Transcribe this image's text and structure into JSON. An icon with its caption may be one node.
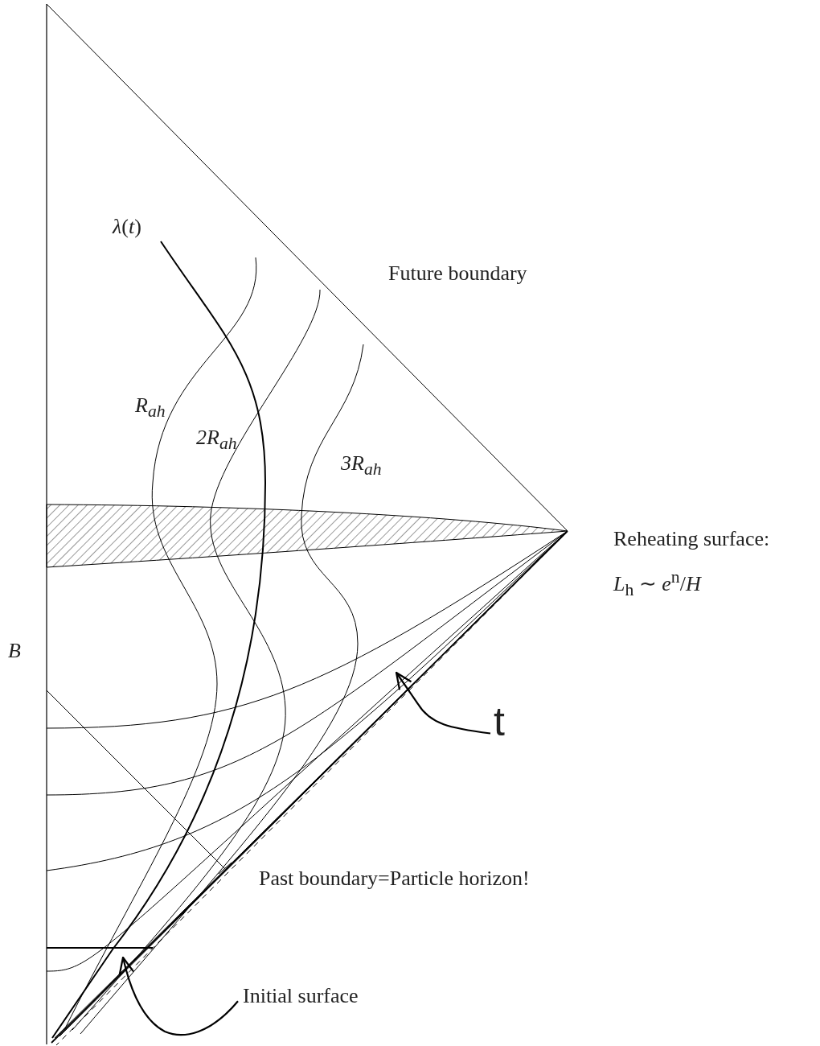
{
  "diagram": {
    "nodes": [
      {
        "text": [
          "t"
        ]
      },
      {
        "text": [
          "Initial surface"
        ]
      }
    ],
    "edges": [
      {
        "from": 0,
        "to": null,
        "arrow": "to"
      },
      {
        "from": 1,
        "to": null,
        "arrow": "to"
      }
    ],
    "labels": [
      "*λ*(*t*)",
      "Future boundary",
      "R$_{ah}$",
      "2R$_{ah}$",
      "3R$_{ah}$",
      "Reheating surface:",
      "*L*$_{h}$ ∼ *e*$^{n}$/*H*",
      "B",
      "Past boundary=Particle horizon!"
    ]
  }
}
